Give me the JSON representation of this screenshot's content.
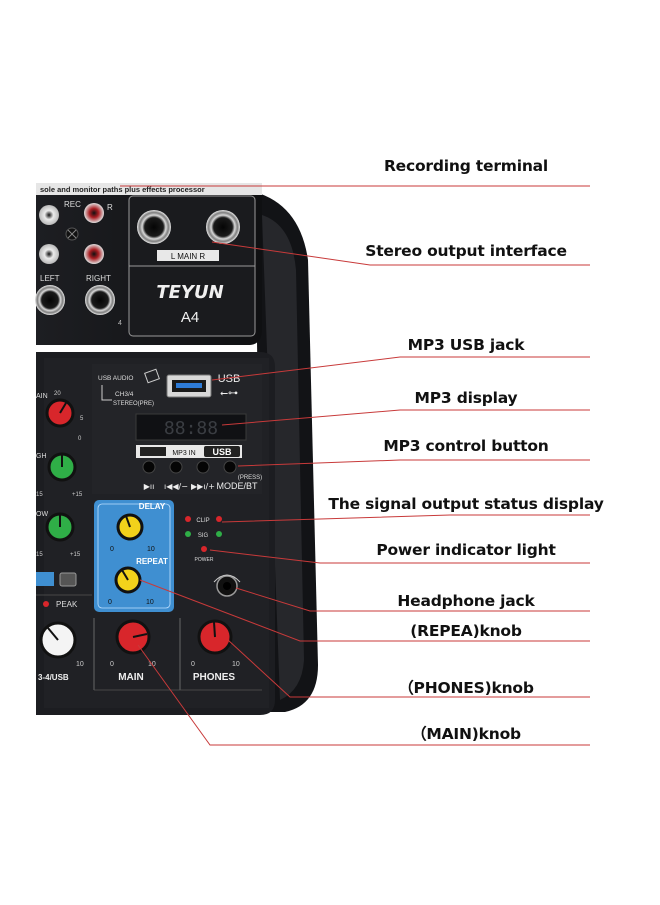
{
  "callouts": {
    "recording_terminal": "Recording terminal",
    "stereo_output": "Stereo output interface",
    "mp3_usb_jack": "MP3 USB jack",
    "mp3_display": "MP3 display",
    "mp3_control_button": "MP3 control button",
    "signal_status_display": "The signal output status display",
    "power_indicator": "Power indicator light",
    "headphone_jack": "Headphone jack",
    "repea_knob": "(REPEA)knob",
    "phones_knob": "（PHONES)knob",
    "main_knob": "（MAIN)knob"
  },
  "device": {
    "top_banner": "sole and monitor paths plus effects processor",
    "rec_label": "REC",
    "r_label": "R",
    "left_label": "LEFT",
    "right_label": "RIGHT",
    "ch4": "4",
    "main_lr": "L  MAIN  R",
    "brand": "TEYUN",
    "model": "A4",
    "usb_audio": "USB AUDIO",
    "ch34": "CH3/4",
    "stereo_pre": "STEREO(PRE)",
    "usb": "USB",
    "usb_symbol": "⭠⊶",
    "display_digits": "88:88",
    "mp3_in": "MP3 IN",
    "usb_badge": "USB",
    "press": "(PRESS)",
    "ctrl_play": "▶ıı",
    "ctrl_prev": "ı◀◀/−",
    "ctrl_next": "▶▶ı/+",
    "ctrl_mode": "MODE/BT",
    "delay": "DELAY",
    "repeat": "REPEAT",
    "clip": "CLIP",
    "sig": "SIG",
    "power": "POWER",
    "main": "MAIN",
    "phones": "PHONES",
    "peak": "PEAK",
    "ch_usb": "3-4/USB",
    "gain_label": "AIN",
    "high_label": "GH",
    "low_label": "OW",
    "scale_20": "20",
    "scale_5": "5",
    "scale_0": "0",
    "scale_10": "10",
    "scale_15": "+15",
    "scale_neg15": "15"
  },
  "colors": {
    "callout_line": "#c83a3a",
    "panel_dark": "#2a2b2f",
    "panel_blue": "#3f8fd1",
    "knob_red": "#d8262b",
    "knob_green": "#2fae47",
    "knob_yellow": "#f2d21b",
    "knob_white": "#f4f4f4"
  }
}
